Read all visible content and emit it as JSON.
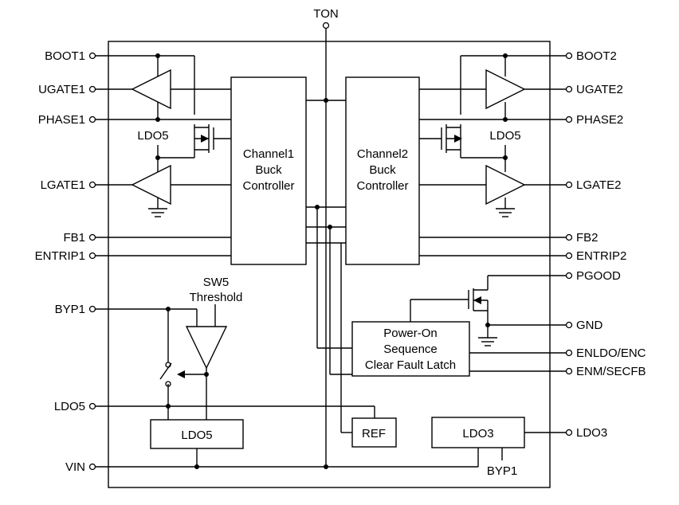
{
  "pins_left": {
    "boot1": "BOOT1",
    "ugate1": "UGATE1",
    "phase1": "PHASE1",
    "lgate1": "LGATE1",
    "fb1": "FB1",
    "entrip1": "ENTRIP1",
    "byp1": "BYP1",
    "ldo5": "LDO5",
    "vin": "VIN"
  },
  "pins_right": {
    "boot2": "BOOT2",
    "ugate2": "UGATE2",
    "phase2": "PHASE2",
    "lgate2": "LGATE2",
    "fb2": "FB2",
    "entrip2": "ENTRIP2",
    "pgood": "PGOOD",
    "gnd": "GND",
    "enldo": "ENLDO/ENC",
    "enm": "ENM/SECFB",
    "ldo3": "LDO3"
  },
  "pin_top": {
    "ton": "TON"
  },
  "blocks": {
    "ch1": [
      "Channel1",
      "Buck",
      "Controller"
    ],
    "ch2": [
      "Channel2",
      "Buck",
      "Controller"
    ],
    "por": [
      "Power-On",
      "Sequence",
      "Clear Fault Latch"
    ],
    "ref": "REF",
    "ldo5": "LDO5",
    "ldo3": "LDO3"
  },
  "labels": {
    "ldo5_left": "LDO5",
    "ldo5_right": "LDO5",
    "sw5": [
      "SW5",
      "Threshold"
    ],
    "byp1_bottom": "BYP1"
  }
}
